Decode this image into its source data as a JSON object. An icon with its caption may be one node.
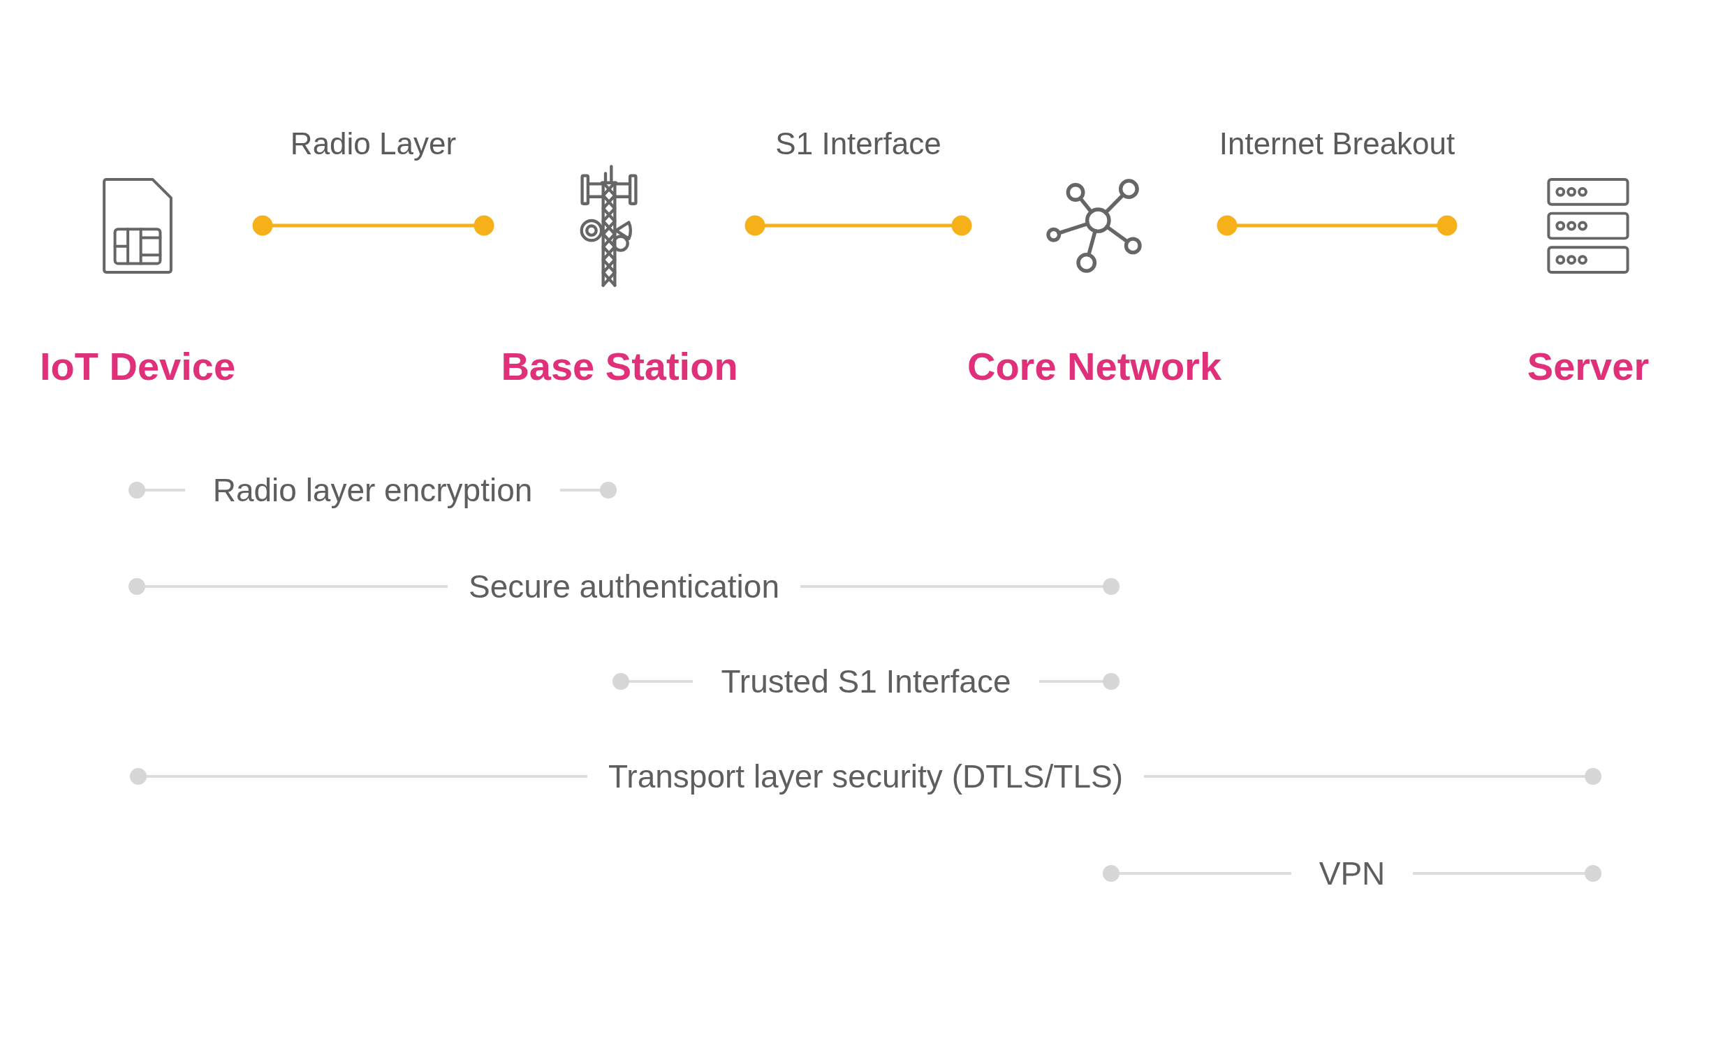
{
  "diagram": {
    "nodes": [
      {
        "text": [
          "IoT Device"
        ]
      },
      {
        "text": [
          "Base Station"
        ]
      },
      {
        "text": [
          "Core Network"
        ]
      },
      {
        "text": [
          "Server"
        ]
      },
      {
        "text": [
          "Radio layer encryption"
        ]
      },
      {
        "text": [
          "Secure authentication"
        ]
      },
      {
        "text": [
          "Trusted S1 Interface"
        ]
      },
      {
        "text": [
          "Transport layer security (DTLS/TLS)"
        ]
      },
      {
        "text": [
          "VPN"
        ]
      }
    ],
    "edges": [
      {
        "from": 0,
        "to": 1,
        "arrow": "other",
        "label": "Radio Layer"
      },
      {
        "from": 1,
        "to": 2,
        "arrow": "other",
        "label": "S1 Interface"
      },
      {
        "from": 2,
        "to": 3,
        "arrow": "other",
        "label": "Internet Breakout"
      }
    ]
  }
}
